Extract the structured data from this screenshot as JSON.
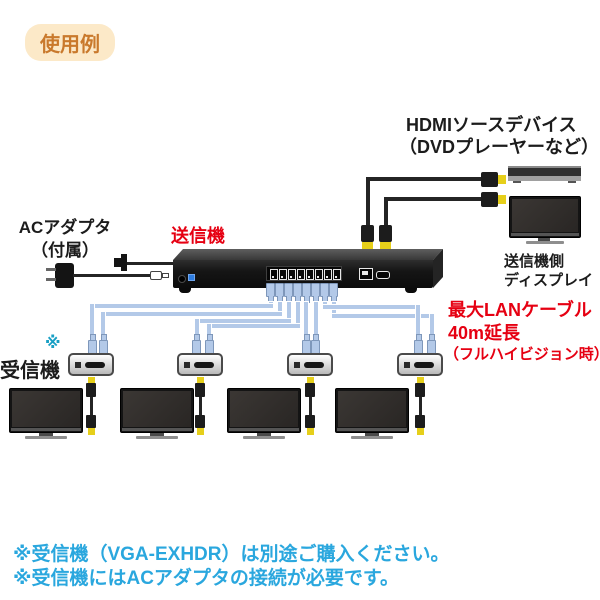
{
  "badge": {
    "label": "使用例"
  },
  "labels": {
    "source_device_line1": "HDMIソースデバイス",
    "source_device_line2": "（DVDプレーヤーなど）",
    "transmitter": "送信機",
    "ac_adapter_line1": "ACアダプタ",
    "ac_adapter_line2": "（付属）",
    "tx_display_line1": "送信機側",
    "tx_display_line2": "ディスプレイ",
    "receiver_mark": "※",
    "receiver": "受信機",
    "lan_spec_line1": "最大LANケーブル",
    "lan_spec_line2": "40m延長",
    "lan_spec_line3": "（フルハイビジョン時）"
  },
  "footnotes": [
    "※受信機（VGA-EXHDR）は別途ご購入ください。",
    "※受信機にはACアダプタの接続が必要です。"
  ],
  "diagram": {
    "lan_ports": 8,
    "receivers": 4,
    "receiver_displays": 4
  },
  "colors": {
    "badge_bg": "#fce9c8",
    "badge_text": "#c9792c",
    "accent_red": "#e60012",
    "note_blue": "#2aa7de",
    "mark_teal": "#189fc4",
    "lan_cable": "#b3c9e8",
    "lan_cable_border": "#7e97ba",
    "hdmi_yellow": "#e6cf1a"
  }
}
